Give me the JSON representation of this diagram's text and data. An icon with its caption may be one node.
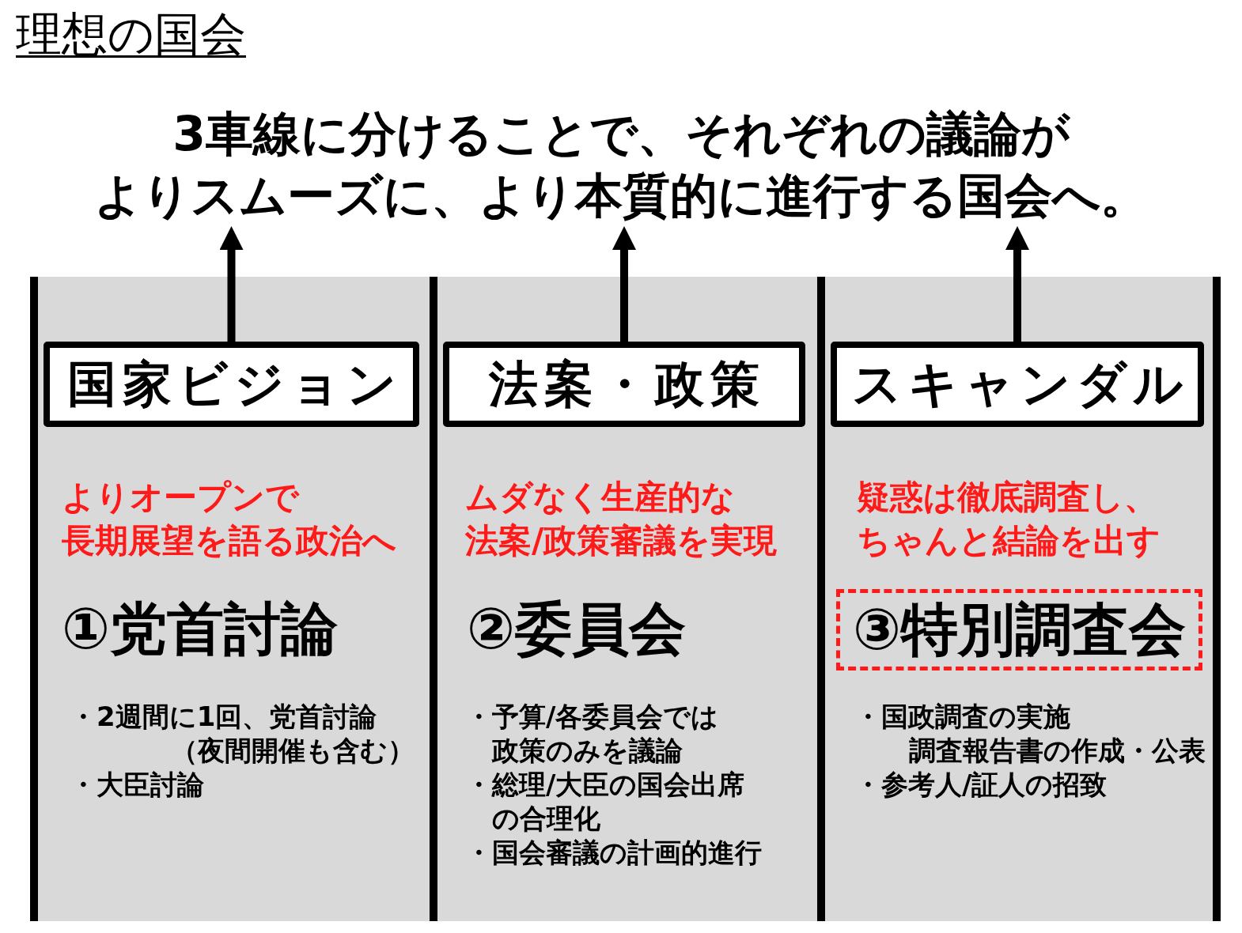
{
  "diagram": {
    "title": "理想の国会",
    "nodes": [
      {
        "text": [
          "3車線に分けることで、それぞれの議論がよりスムーズに、より本質的に進行する国会へ。"
        ]
      },
      {
        "text": [
          "よりオープンで長期展望を語る政治へ",
          "①党首討論",
          "・2週間に1回、党首討論（夜間開催も含む）",
          "・大臣討論"
        ]
      },
      {
        "text": [
          "国家ビジョン"
        ],
        "in": 1
      },
      {
        "text": [
          "ムダなく生産的な法案/政策審議を実現",
          "②委員会",
          "・予算/各委員会では政策のみを議論",
          "・総理/大臣の国会出席の合理化",
          "・国会審議の計画的進行"
        ]
      },
      {
        "text": [
          "法案・政策"
        ],
        "in": 3
      },
      {
        "text": [
          "疑惑は徹底調査し、ちゃんと結論を出す",
          "・国政調査の実施調査報告書の作成・公表",
          "・参考人/証人の招致"
        ]
      },
      {
        "text": [
          "スキャンダル"
        ],
        "in": 5
      },
      {
        "text": [
          "③特別調査会"
        ],
        "in": 5
      }
    ],
    "edges": [
      {
        "from": 2,
        "to": 0,
        "arrow": "to"
      },
      {
        "from": 4,
        "to": 0,
        "arrow": "to"
      },
      {
        "from": 6,
        "to": 0,
        "arrow": "to"
      }
    ]
  }
}
